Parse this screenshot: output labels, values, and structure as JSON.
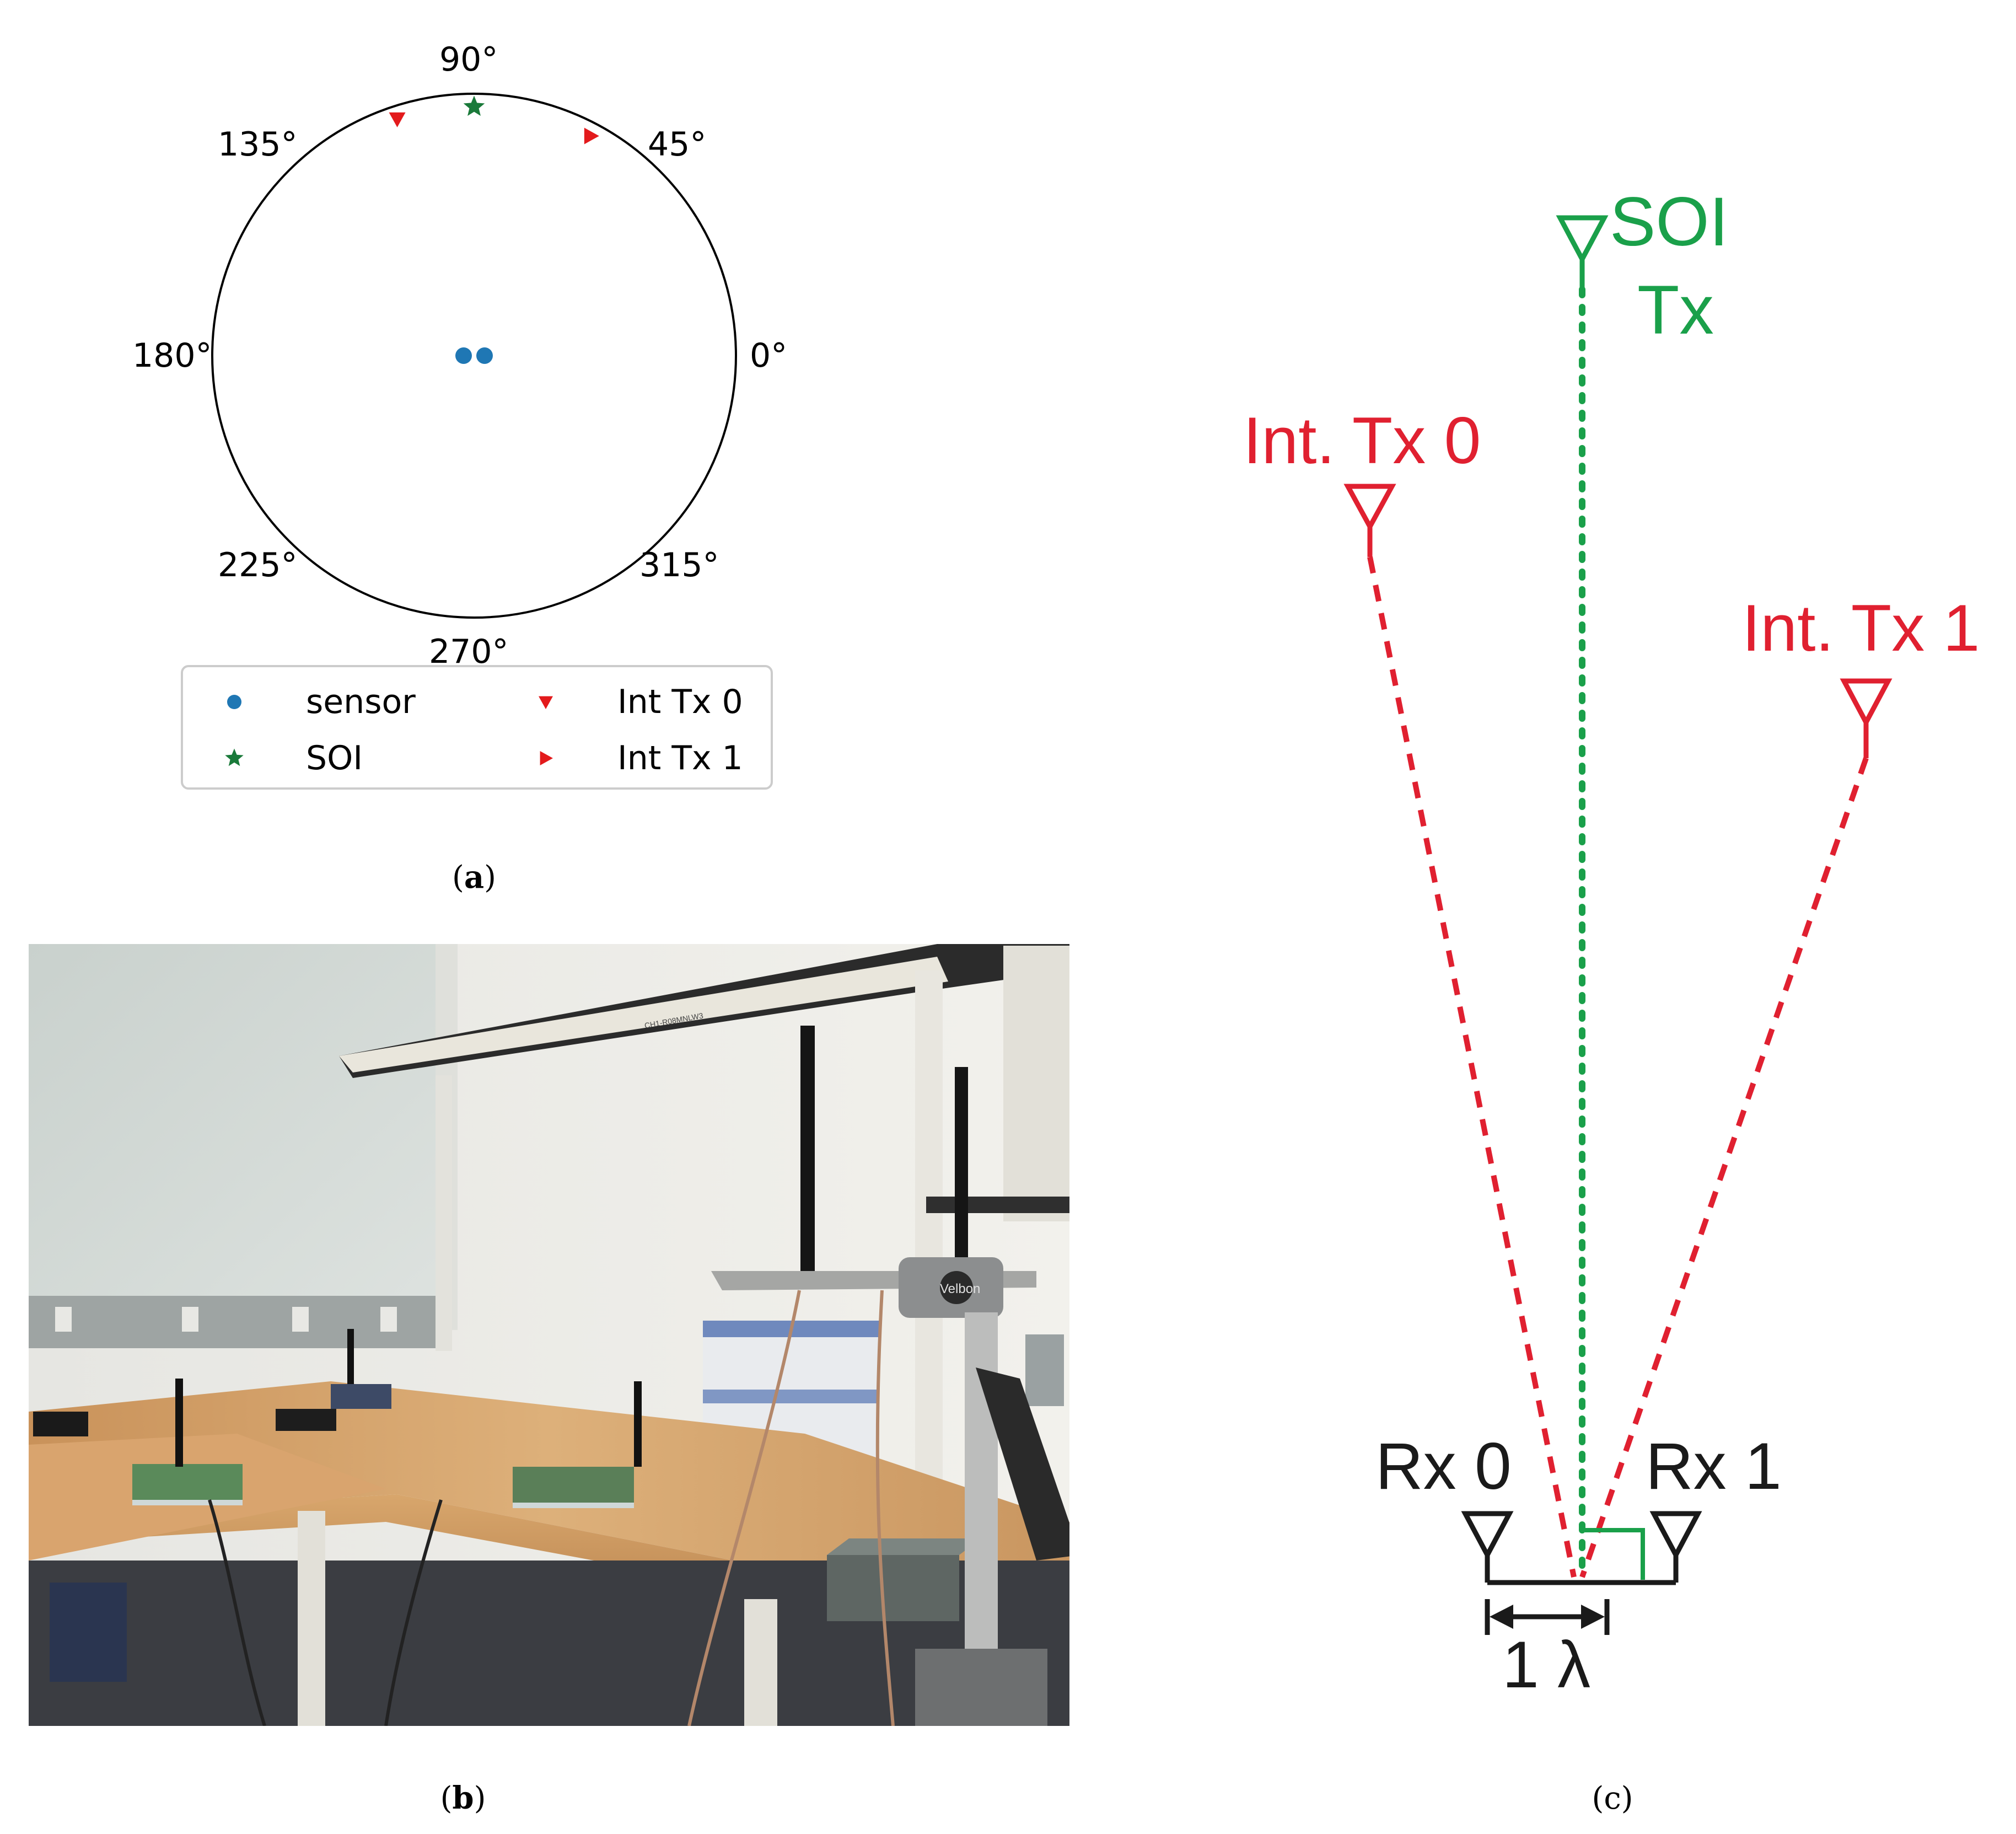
{
  "panel_a": {
    "caption_open": "(",
    "caption_letter": "a",
    "caption_close": ")",
    "angle_labels": [
      "0°",
      "45°",
      "90°",
      "135°",
      "180°",
      "225°",
      "270°",
      "315°"
    ],
    "legend": [
      {
        "label": "sensor",
        "marker": "circle",
        "color": "#1f77b4"
      },
      {
        "label": "SOI",
        "marker": "star",
        "color": "#1a7a3a"
      },
      {
        "label": "Int Tx 0",
        "marker": "triangle-down",
        "color": "#e31a1c"
      },
      {
        "label": "Int Tx 1",
        "marker": "triangle-right",
        "color": "#e31a1c"
      }
    ],
    "markers": {
      "sensors": [
        {
          "theta_deg": 180,
          "r": 0.04
        },
        {
          "theta_deg": 0,
          "r": 0.04
        }
      ],
      "soi": {
        "theta_deg": 90,
        "r": 0.95
      },
      "int_tx_0": {
        "theta_deg": 108,
        "r": 0.95
      },
      "int_tx_1": {
        "theta_deg": 62,
        "r": 0.95
      }
    }
  },
  "panel_b": {
    "caption_open": "(",
    "caption_letter": "b",
    "caption_close": ")",
    "photo_labels": {
      "tripod_brand": "Velbon",
      "shelf_tag": "CH1-R08MNLW3"
    }
  },
  "panel_c": {
    "caption": "(c)",
    "soi_label_line1": "SOI",
    "soi_label_line2": "Tx",
    "int_tx0_label": "Int. Tx 0",
    "int_tx1_label": "Int. Tx 1",
    "rx0_label": "Rx 0",
    "rx1_label": "Rx 1",
    "spacing_label": "1 λ",
    "colors": {
      "soi": "#1aa04a",
      "interferer": "#e02030",
      "receiver": "#1a1a1a"
    }
  }
}
